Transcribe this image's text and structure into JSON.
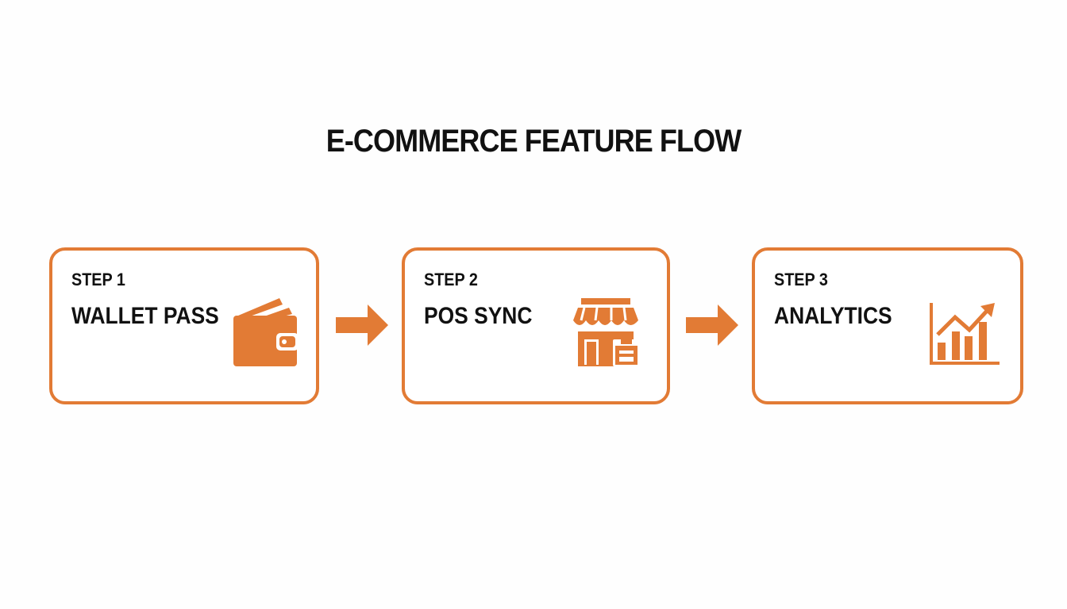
{
  "title": "E-COMMERCE FEATURE FLOW",
  "accent_color": "#e27b35",
  "steps": [
    {
      "step": "STEP 1",
      "name": "WALLET PASS",
      "icon": "wallet-icon"
    },
    {
      "step": "STEP 2",
      "name": "POS SYNC",
      "icon": "storefront-icon"
    },
    {
      "step": "STEP 3",
      "name": "ANALYTICS",
      "icon": "growth-chart-icon"
    }
  ]
}
